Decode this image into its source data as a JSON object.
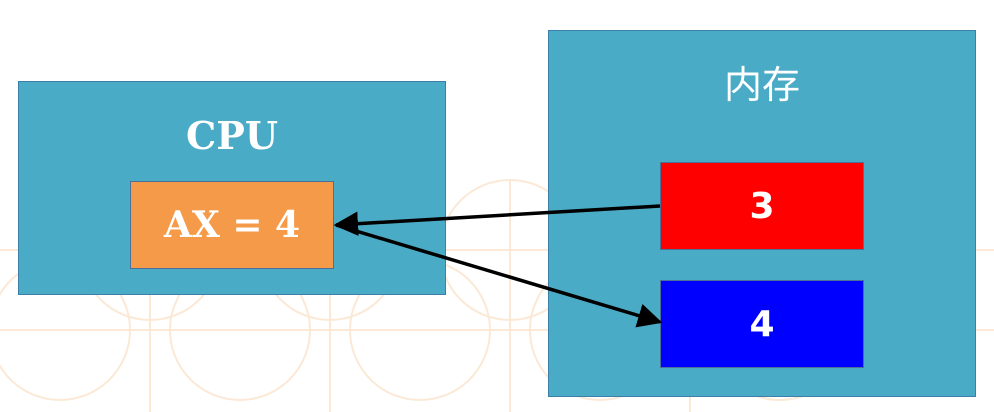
{
  "cpu": {
    "title": "CPU",
    "register_label": "AX = 4"
  },
  "memory": {
    "title": "内存",
    "cells": [
      {
        "value": "3",
        "color": "#ff0000"
      },
      {
        "value": "4",
        "color": "#0000ff"
      }
    ]
  },
  "colors": {
    "box_fill": "#4aabc6",
    "box_border": "#3e7fa7",
    "register_fill": "#f59a48",
    "arrow": "#000000"
  }
}
